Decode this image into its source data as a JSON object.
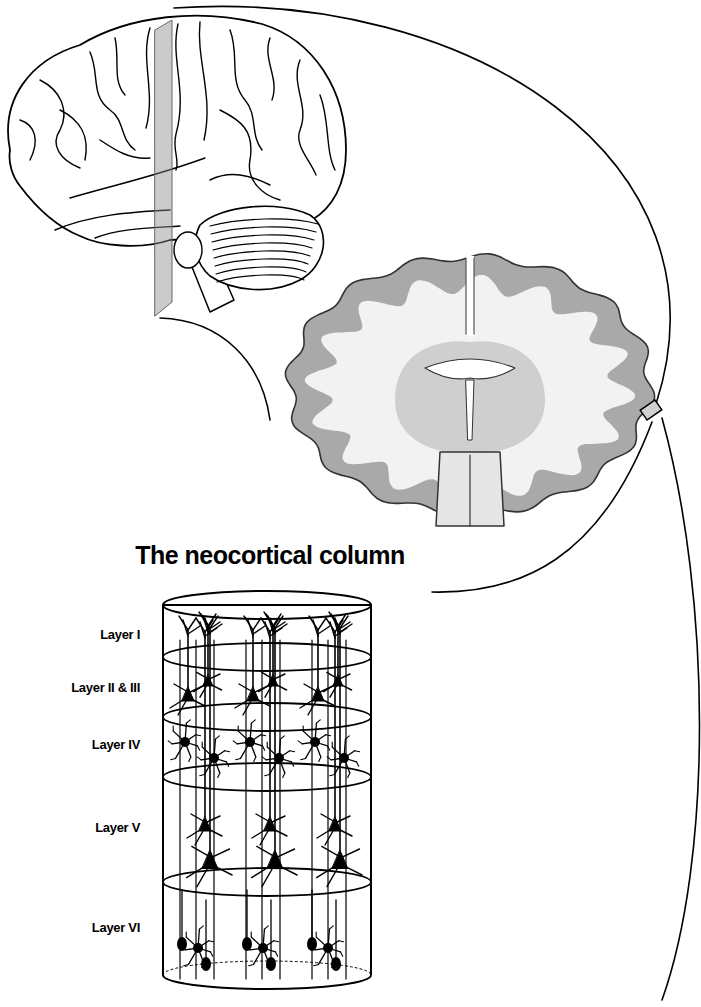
{
  "diagram": {
    "title": "The neocortical column",
    "labels": [
      "Layer I",
      "Layer II & III",
      "Layer IV",
      "Layer V",
      "Layer VI"
    ]
  }
}
